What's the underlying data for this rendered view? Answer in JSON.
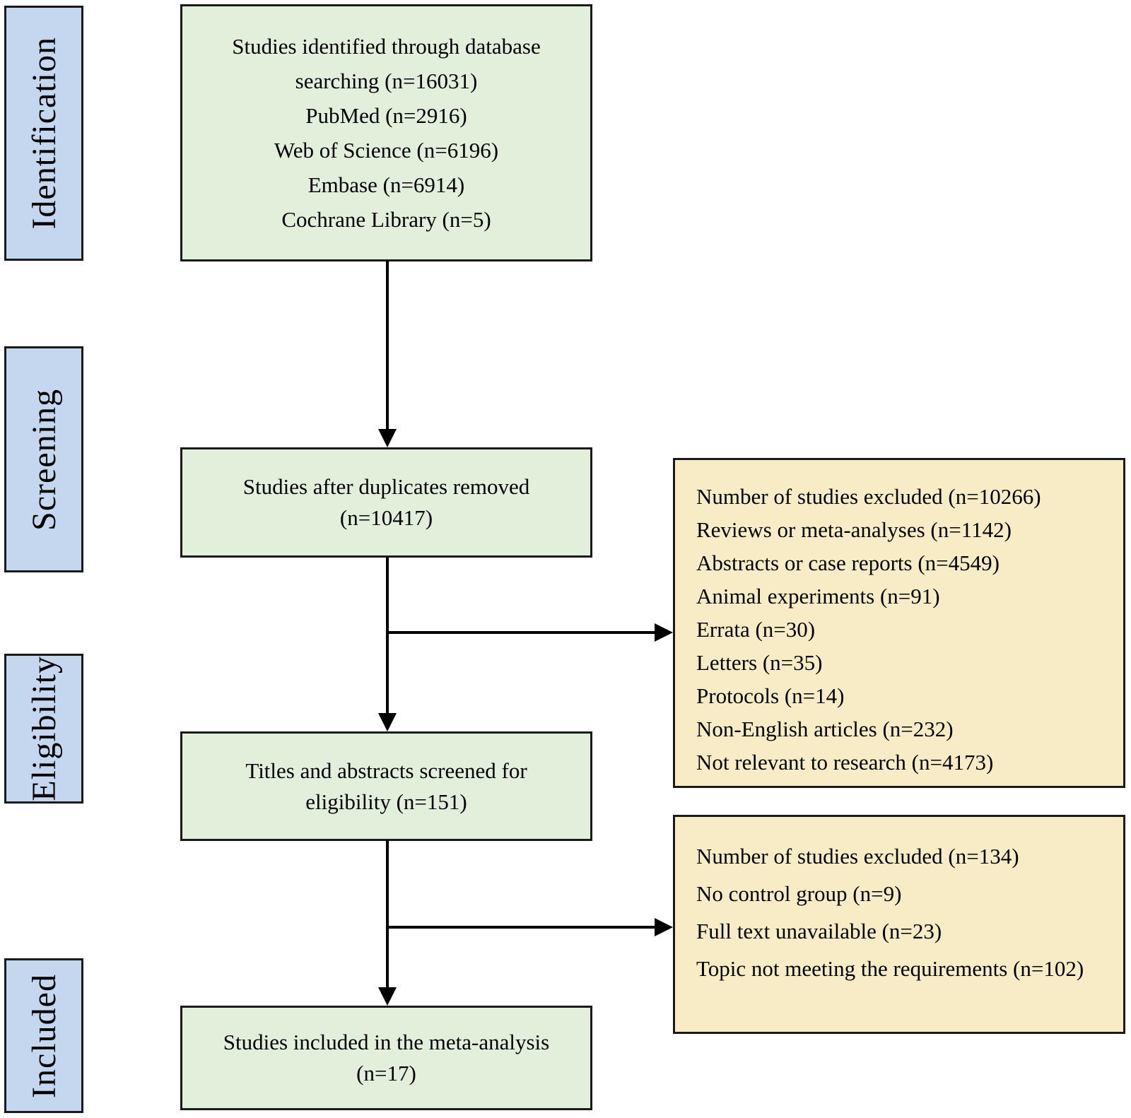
{
  "colors": {
    "stage_fill": "#c5d7ef",
    "process_fill": "#e2efda",
    "exclusion_fill": "#f8ecc6",
    "border": "#1a1a1a",
    "arrow": "#000000",
    "text": "#000000"
  },
  "stages": [
    {
      "label": "Identification"
    },
    {
      "label": "Screening"
    },
    {
      "label": "Eligibility"
    },
    {
      "label": "Included"
    }
  ],
  "flow": {
    "identified": {
      "lines": [
        "Studies identified through database",
        "searching (n=16031)",
        "PubMed (n=2916)",
        "Web of Science (n=6196)",
        "Embase (n=6914)",
        "Cochrane Library (n=5)"
      ]
    },
    "duplicates": {
      "lines": [
        "Studies after duplicates removed",
        "(n=10417)"
      ]
    },
    "screened": {
      "lines": [
        "Titles and abstracts screened for",
        "eligibility (n=151)"
      ]
    },
    "included": {
      "lines": [
        "Studies included in the meta-analysis",
        "(n=17)"
      ]
    }
  },
  "exclusions": {
    "screening": {
      "lines": [
        "Number of studies excluded (n=10266)",
        "Reviews or meta-analyses (n=1142)",
        "Abstracts or case reports (n=4549)",
        "Animal experiments (n=91)",
        "Errata (n=30)",
        "Letters (n=35)",
        "Protocols (n=14)",
        "Non-English articles (n=232)",
        "Not relevant to research (n=4173)"
      ]
    },
    "eligibility": {
      "entries": [
        "Number of studies excluded (n=134)",
        "No control group (n=9)",
        "Full text unavailable (n=23)",
        "Topic not meeting the requirements (n=102)"
      ]
    }
  }
}
